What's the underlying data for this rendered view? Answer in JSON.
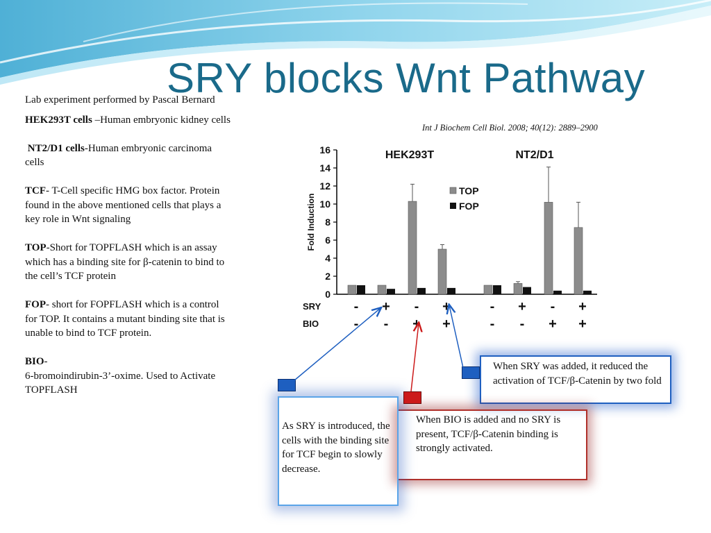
{
  "slide": {
    "title": "SRY blocks Wnt Pathway",
    "citation": "Int J Biochem Cell Biol. 2008; 40(12): 2889–2900"
  },
  "left": {
    "intro": "Lab experiment performed by Pascal Bernard",
    "hek_term": "HEK293T cells",
    "hek_def": " –Human embryonic kidney cells",
    "nt2_term": "NT2/D1 cells",
    "nt2_def": "-Human  embryonic carcinoma cells",
    "tcf_term": "TCF",
    "tcf_def": "- T-Cell specific HMG box factor. Protein found in the above mentioned cells that plays a key role in Wnt signaling",
    "top_term": "TOP",
    "top_def": "-Short for TOPFLASH which is an assay which has a binding site for β-catenin to bind to the cell’s TCF protein",
    "fop_term": "FOP",
    "fop_def": "-  short for FOPFLASH which is a control for TOP. It contains a mutant binding site that is unable to bind to TCF protein.",
    "bio_term": "BIO",
    "bio_dash": "-",
    "bio_def": " 6-bromoindirubin-3’-oxime. Used to Activate TOPFLASH"
  },
  "callouts": {
    "sry_added": "When SRY was added, it reduced the activation of TCF/β-Catenin by two fold",
    "bio_added": "When BIO is added and no SRY is present, TCF/β-Catenin binding is strongly activated.",
    "sry_introduced": "As SRY is introduced, the cells with the binding site for TCF begin to slowly decrease."
  },
  "chart_data": {
    "type": "bar",
    "ylabel": "Fold Induction",
    "ylim": [
      0,
      16
    ],
    "yticks": [
      "0",
      "2",
      "4",
      "6",
      "8",
      "10",
      "12",
      "14",
      "16"
    ],
    "panels": [
      "HEK293T",
      "NT2/D1"
    ],
    "series": [
      {
        "name": "TOP",
        "color": "#8c8c8c",
        "values": [
          1.0,
          1.0,
          10.3,
          5.0,
          1.0,
          1.2,
          10.2,
          7.4
        ],
        "errors": [
          0,
          0,
          1.9,
          0.5,
          0,
          0.2,
          3.9,
          2.8
        ]
      },
      {
        "name": "FOP",
        "color": "#111111",
        "values": [
          1.0,
          0.6,
          0.7,
          0.7,
          1.0,
          0.8,
          0.4,
          0.4
        ],
        "errors": [
          0,
          0,
          0,
          0,
          0,
          0,
          0,
          0
        ]
      }
    ],
    "row_labels": [
      "SRY",
      "BIO"
    ],
    "sry": [
      "-",
      "+",
      "-",
      "+",
      "-",
      "+",
      "-",
      "+"
    ],
    "bio": [
      "-",
      "-",
      "+",
      "+",
      "-",
      "-",
      "+",
      "+"
    ],
    "legend_position": "center"
  },
  "colors": {
    "title": "#1a6a8a",
    "accent_blue": "#1e5fc0",
    "accent_red": "#cc1a1a"
  }
}
